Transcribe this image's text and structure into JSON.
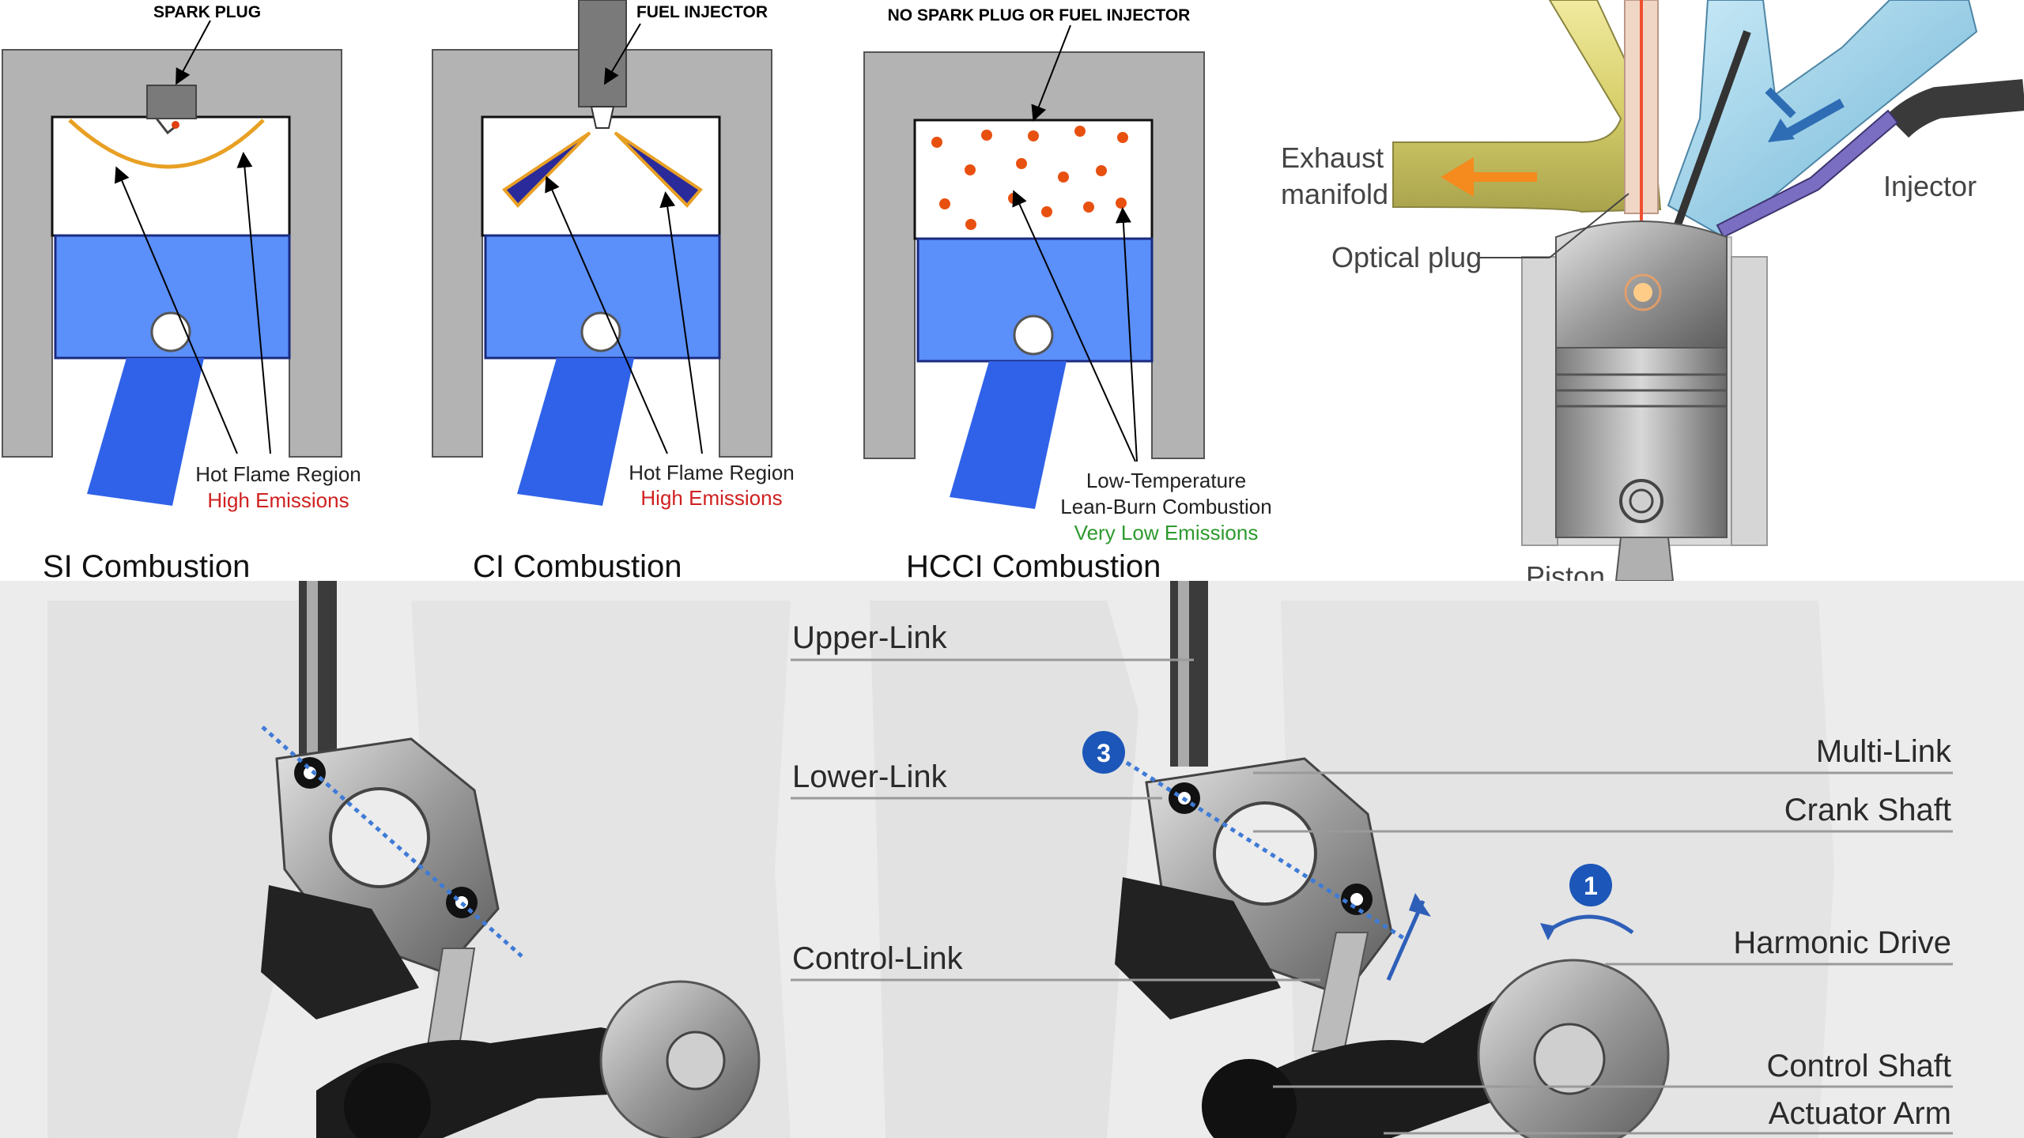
{
  "panels": {
    "si": {
      "top_label": "SPARK PLUG",
      "flame_label": "Hot Flame Region",
      "emission_label": "High Emissions",
      "title": "SI Combustion"
    },
    "ci": {
      "top_label": "FUEL INJECTOR",
      "flame_label": "Hot Flame Region",
      "emission_label": "High Emissions",
      "title": "CI Combustion"
    },
    "hcci": {
      "top_label": "NO SPARK PLUG OR FUEL INJECTOR",
      "flame_label_1": "Low-Temperature",
      "flame_label_2": "Lean-Burn Combustion",
      "emission_label": "Very Low Emissions",
      "title": "HCCI Combustion"
    }
  },
  "engine_cutaway": {
    "exhaust_1": "Exhaust",
    "exhaust_2": "manifold",
    "optical_plug": "Optical plug",
    "injector": "Injector",
    "piston": "Piston"
  },
  "multilink": {
    "upper_link": "Upper-Link",
    "lower_link": "Lower-Link",
    "control_link": "Control-Link",
    "multi_link": "Multi-Link",
    "crank_shaft": "Crank Shaft",
    "harmonic_drive": "Harmonic Drive",
    "control_shaft": "Control Shaft",
    "actuator_arm": "Actuator Arm",
    "badge_3": "3",
    "badge_1": "1"
  },
  "colors": {
    "piston_blue": "#5b8ff9",
    "rod_blue": "#2f62e8",
    "wall_gray": "#b3b3b3",
    "flame_orange": "#e8a024",
    "emission_red": "#d02020",
    "emission_green": "#2e9a2e",
    "badge_blue": "#1c56b8"
  }
}
